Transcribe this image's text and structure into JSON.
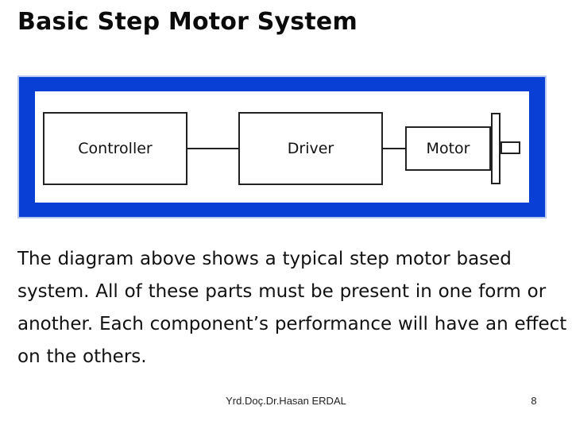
{
  "slide": {
    "title": "Basic Step Motor System",
    "body": "The diagram above shows a typical step motor based system. All of these parts must be present in one form or another. Each component’s performance will have an effect on the others.",
    "footer_author": "Yrd.Doç.Dr.Hasan ERDAL",
    "page_number": "8"
  },
  "diagram": {
    "frame_color": "#0a3fd6",
    "blocks": [
      {
        "id": "controller",
        "label": "Controller"
      },
      {
        "id": "driver",
        "label": "Driver"
      },
      {
        "id": "motor",
        "label": "Motor"
      }
    ],
    "connections": [
      {
        "from": "controller",
        "to": "driver"
      },
      {
        "from": "driver",
        "to": "motor"
      }
    ]
  }
}
